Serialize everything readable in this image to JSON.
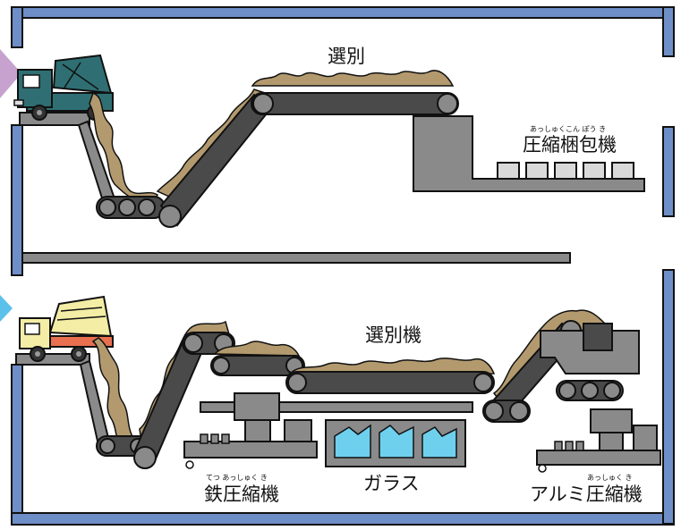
{
  "colors": {
    "wall": "#6e8ec7",
    "belt": "#4a4a4a",
    "machine": "#8a8a8a",
    "trash": "#b39a6e",
    "truck_top": "#2f6f73",
    "truck_bottom": "#f3eda5",
    "glass": "#6fd0ee",
    "arrow_top": "#c7a2cf",
    "arrow_bottom": "#5cc1ea"
  },
  "top_section": {
    "sort_label": "選別",
    "baler_label": "圧縮梱包機",
    "baler_ruby": "あっしゅくこん ぽう き"
  },
  "bottom_section": {
    "sorter_label": "選別機",
    "iron_label": "鉄圧縮機",
    "iron_ruby": "てつ あっしゅく き",
    "glass_label": "ガラス",
    "aluminum_label": "アルミ圧縮機",
    "aluminum_ruby": "あっしゅく き"
  }
}
